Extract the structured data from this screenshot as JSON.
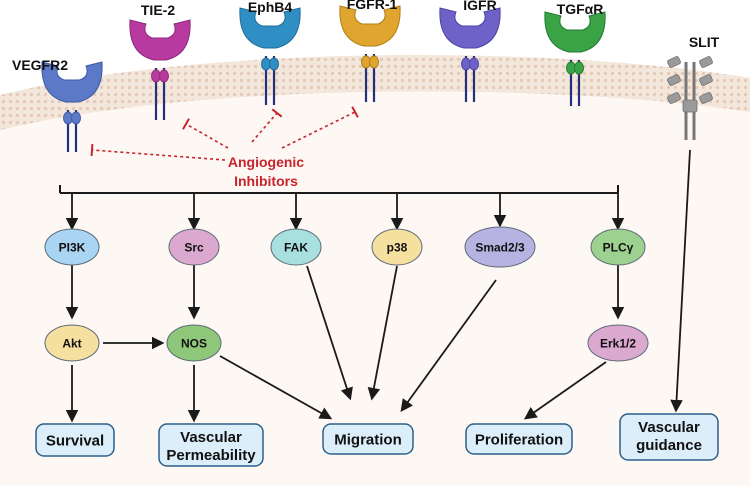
{
  "receptors": [
    {
      "label": "VEGFR2",
      "color": "#5b79c7",
      "dark": "#3e5aa8"
    },
    {
      "label": "TIE-2",
      "color": "#b83aa0",
      "dark": "#8f2a7c"
    },
    {
      "label": "EphB4",
      "color": "#2f8fc4",
      "dark": "#1f6c99"
    },
    {
      "label": "FGFR-1",
      "color": "#e0a52e",
      "dark": "#b07d16"
    },
    {
      "label": "IGFR",
      "color": "#6e62c9",
      "dark": "#4d43a3"
    },
    {
      "label": "TGFαR",
      "color": "#3aa346",
      "dark": "#267a30"
    },
    {
      "label": "SLIT",
      "color": "#9a9a9a",
      "dark": "#6f6f6f"
    }
  ],
  "inhibitor": {
    "line1": "Angiogenic",
    "line2": "Inhibitors",
    "color": "#c8242b"
  },
  "signals": [
    {
      "key": "pi3k",
      "label": "PI3K",
      "color": "#a9d4f2"
    },
    {
      "key": "src",
      "label": "Src",
      "color": "#dba9cf"
    },
    {
      "key": "fak",
      "label": "FAK",
      "color": "#a8e0e0"
    },
    {
      "key": "p38",
      "label": "p38",
      "color": "#f5e0a0"
    },
    {
      "key": "smad",
      "label": "Smad2/3",
      "color": "#b6b3e3"
    },
    {
      "key": "plc",
      "label": "PLCγ",
      "color": "#9dd18f"
    },
    {
      "key": "akt",
      "label": "Akt",
      "color": "#f5e0a0"
    },
    {
      "key": "nos",
      "label": "NOS",
      "color": "#8fc77a"
    },
    {
      "key": "erk",
      "label": "Erk1/2",
      "color": "#dba9cf"
    }
  ],
  "outcomes": {
    "survival": "Survival",
    "permeability1": "Vascular",
    "permeability2": "Permeability",
    "migration": "Migration",
    "proliferation": "Proliferation",
    "guidance1": "Vascular",
    "guidance2": "guidance"
  },
  "colors": {
    "membrane": "#f3e6db",
    "membraneDot": "#e4c9b8",
    "cytoplasm": "#fdf8f4",
    "outcomeFill": "#dceefa",
    "outcomeStroke": "#2c5f8a"
  }
}
